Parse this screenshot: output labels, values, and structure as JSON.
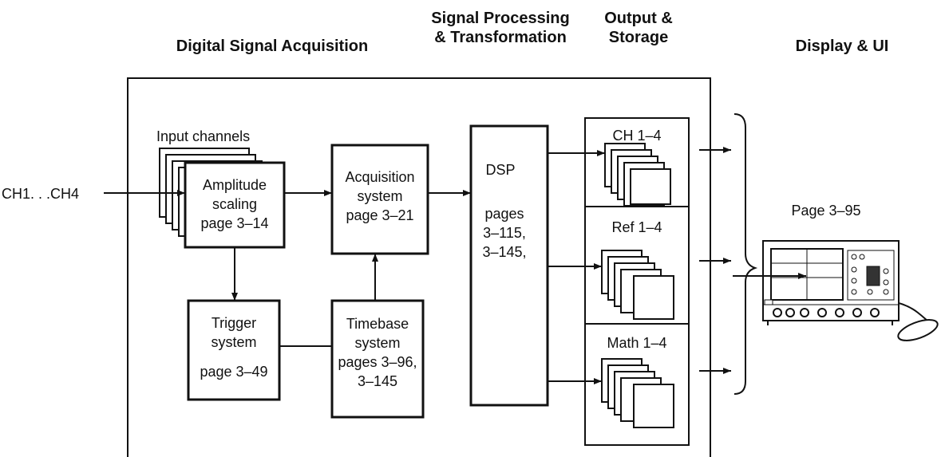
{
  "headers": {
    "acquisition": "Digital Signal Acquisition",
    "processing": "Signal Processing\n& Transformation",
    "output": "Output &\nStorage",
    "display": "Display & UI"
  },
  "inputs": {
    "label": "CH1. . .CH4",
    "channels_caption": "Input channels"
  },
  "blocks": {
    "amplitude": "Amplitude\nscaling\npage 3–14",
    "acquisition": "Acquisition\nsystem\npage 3–21",
    "dsp_title": "DSP",
    "dsp_pages": "pages\n3–115,\n3–145,",
    "trigger_name": "Trigger\nsystem",
    "trigger_page": "page 3–49",
    "timebase": "Timebase\nsystem\npages 3–96,\n3–145"
  },
  "storage": {
    "ch": "CH 1–4",
    "ref": "Ref 1–4",
    "math": "Math 1–4"
  },
  "display": {
    "page": "Page 3–95",
    "device": "oscilloscope-icon",
    "pointer": "mouse-icon"
  },
  "colors": {
    "line": "#111111",
    "background": "#ffffff"
  }
}
